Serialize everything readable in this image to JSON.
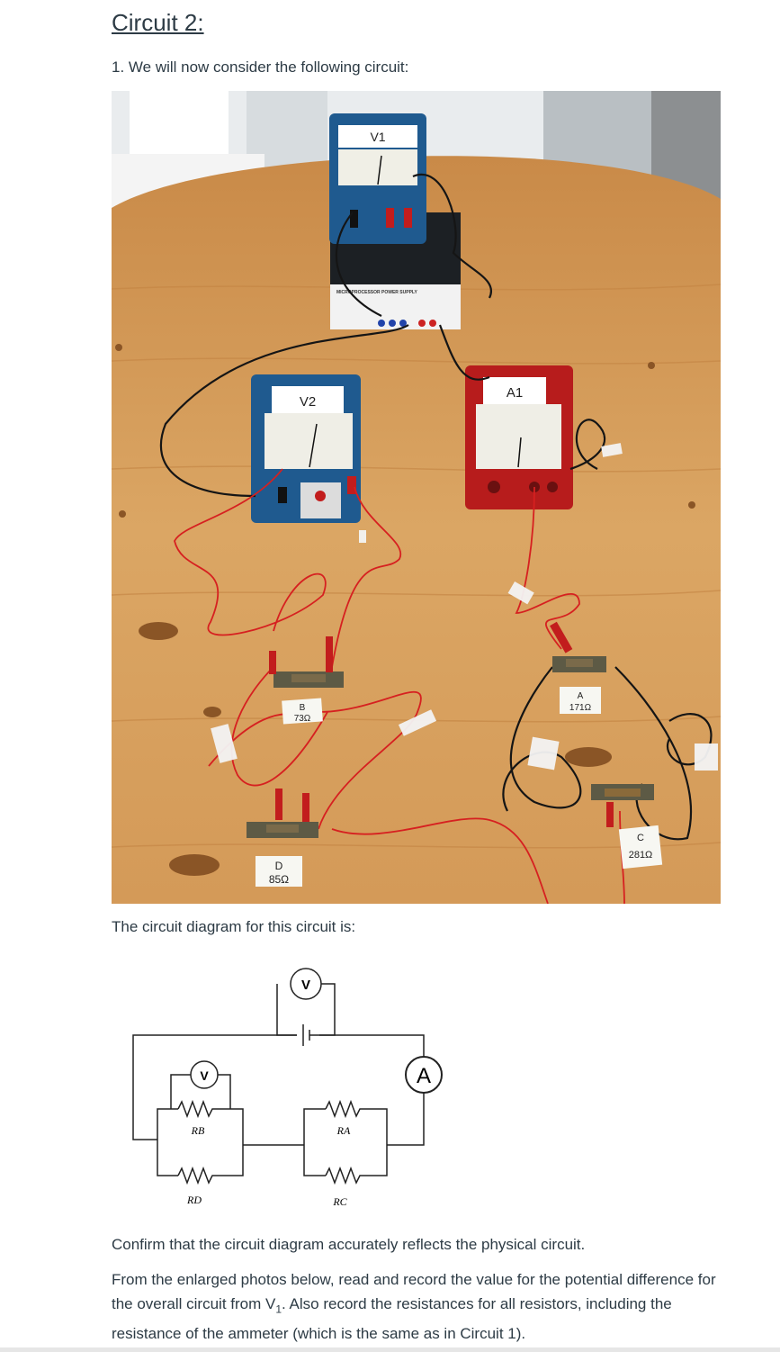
{
  "heading": "Circuit 2:",
  "intro": "1. We will now consider the following circuit:",
  "diagram_caption": "The circuit diagram for this circuit is:",
  "confirm_text": "Confirm that the circuit diagram accurately reflects the physical circuit.",
  "instructions": {
    "part1": "From the enlarged photos below, read and record the value for the potential difference for the overall circuit from V",
    "sub": "1",
    "part2": ". Also record the resistances for all resistors, including the resistance of the ammeter (which is the same as in Circuit 1)."
  },
  "photo": {
    "meter_v1_label": "V1",
    "meter_v2_label": "V2",
    "meter_a1_label": "A1",
    "power_supply_label": "MICROPROCESSOR POWER SUPPLY",
    "tags": {
      "b_letter": "B",
      "b_value": "73Ω",
      "d_letter": "D",
      "d_value": "85Ω",
      "a_letter": "A",
      "a_value": "171Ω",
      "c_letter": "C",
      "c_value": "281Ω"
    }
  },
  "diagram": {
    "voltmeter_top": "V",
    "voltmeter_left": "V",
    "ammeter": "A",
    "labels": {
      "rb": "RB",
      "rd": "RD",
      "ra": "RA",
      "rc": "RC"
    }
  }
}
